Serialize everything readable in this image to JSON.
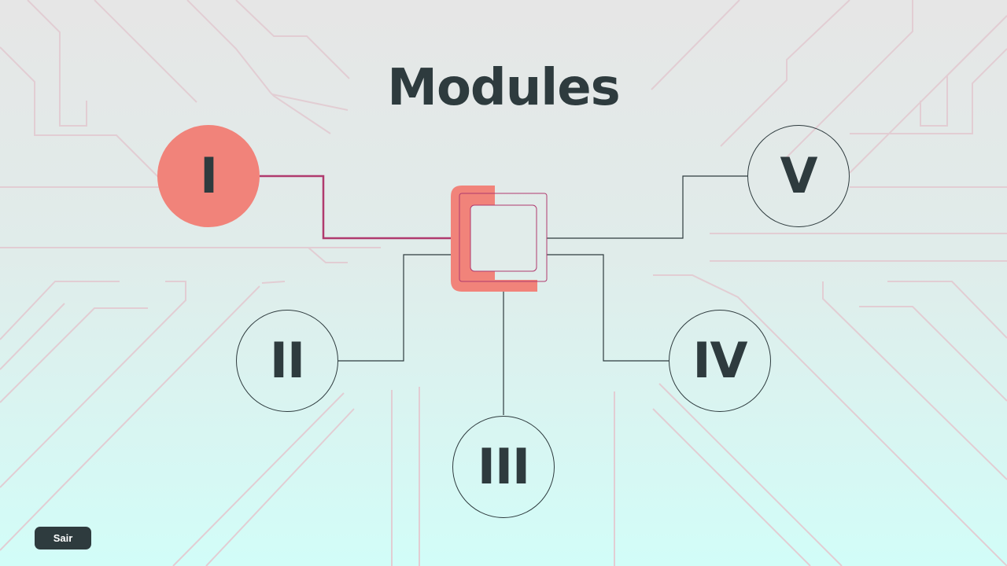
{
  "page": {
    "title": "Modules"
  },
  "modules": [
    {
      "label": "I",
      "active": true
    },
    {
      "label": "II",
      "active": false
    },
    {
      "label": "III",
      "active": false
    },
    {
      "label": "IV",
      "active": false
    },
    {
      "label": "V",
      "active": false
    }
  ],
  "exit_button": {
    "label": "Sair"
  },
  "colors": {
    "accent": "#f1837a",
    "active_link": "#b03a6e",
    "text": "#2e3b3e",
    "circuit_lines": "#e2c8cf"
  }
}
